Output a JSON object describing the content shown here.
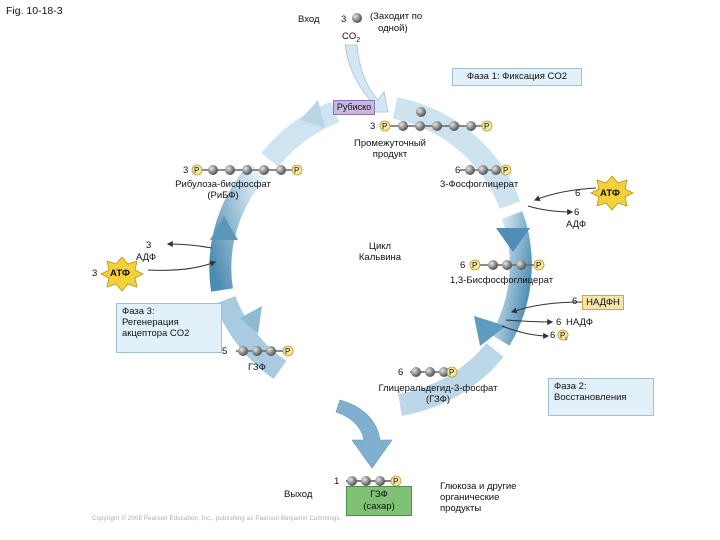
{
  "figure_label": "Fig. 10-18-3",
  "input": {
    "label": "Вход",
    "count": "3",
    "molecule": "CO",
    "sub": "2",
    "note_line1": "(Заходит по",
    "note_line2": "одной)"
  },
  "phase1": "Фаза 1: Фиксация CO2",
  "rubisco": "Рубиско",
  "intermediate": {
    "count": "3",
    "line1": "Промежуточный",
    "line2": "продукт"
  },
  "pga": {
    "count": "6",
    "label": "3-Фосфоглицерат"
  },
  "rubp": {
    "count": "3",
    "line1": "Рибулоза-бисфосфат",
    "line2": "(РиБФ)"
  },
  "atp_right": {
    "count": "6",
    "label": "АТФ"
  },
  "adp_right": {
    "count": "6",
    "label": "АДФ"
  },
  "cycle": {
    "line1": "Цикл",
    "line2": "Кальвина"
  },
  "bpg": {
    "count": "6",
    "label": "1,3-Бисфосфоглицерат"
  },
  "nadph": {
    "count": "6",
    "label": "НАДФН"
  },
  "nadp": {
    "count": "6",
    "label": "НАДФ"
  },
  "pi": {
    "count": "6",
    "symbol": "P",
    "sub": "i"
  },
  "adp_left": {
    "count": "3",
    "label": "АДФ"
  },
  "atp_left": {
    "count": "3",
    "label": "АТФ"
  },
  "phase3": {
    "line1": "Фаза 3:",
    "line2": "Регенерация",
    "line3": "акцептора CO2"
  },
  "g3p5": {
    "count": "5",
    "label": "ГЗФ"
  },
  "g3p6": {
    "count": "6",
    "line1": "Глицеральдегид-3-фосфат",
    "line2": "(ГЗФ)"
  },
  "phase2": {
    "line1": "Фаза 2:",
    "line2": "Восстановления"
  },
  "output": {
    "label": "Выход",
    "count": "1",
    "line1": "ГЗФ",
    "line2": "(сахар)"
  },
  "products": {
    "line1": "Глюкоза и другие",
    "line2": "органические",
    "line3": "продукты"
  },
  "phosphate": "P",
  "copyright": "Copyright © 2008 Pearson Education, Inc., publishing as Pearson Benjamin Cummings.",
  "colors": {
    "arrow": "#5fa0c4",
    "arrow_light": "#dcecf5",
    "molecule": "#8a8a8a",
    "phosphate": "#f4e7a2",
    "atp": "#f2d13a",
    "box": "#e2f1f9"
  }
}
